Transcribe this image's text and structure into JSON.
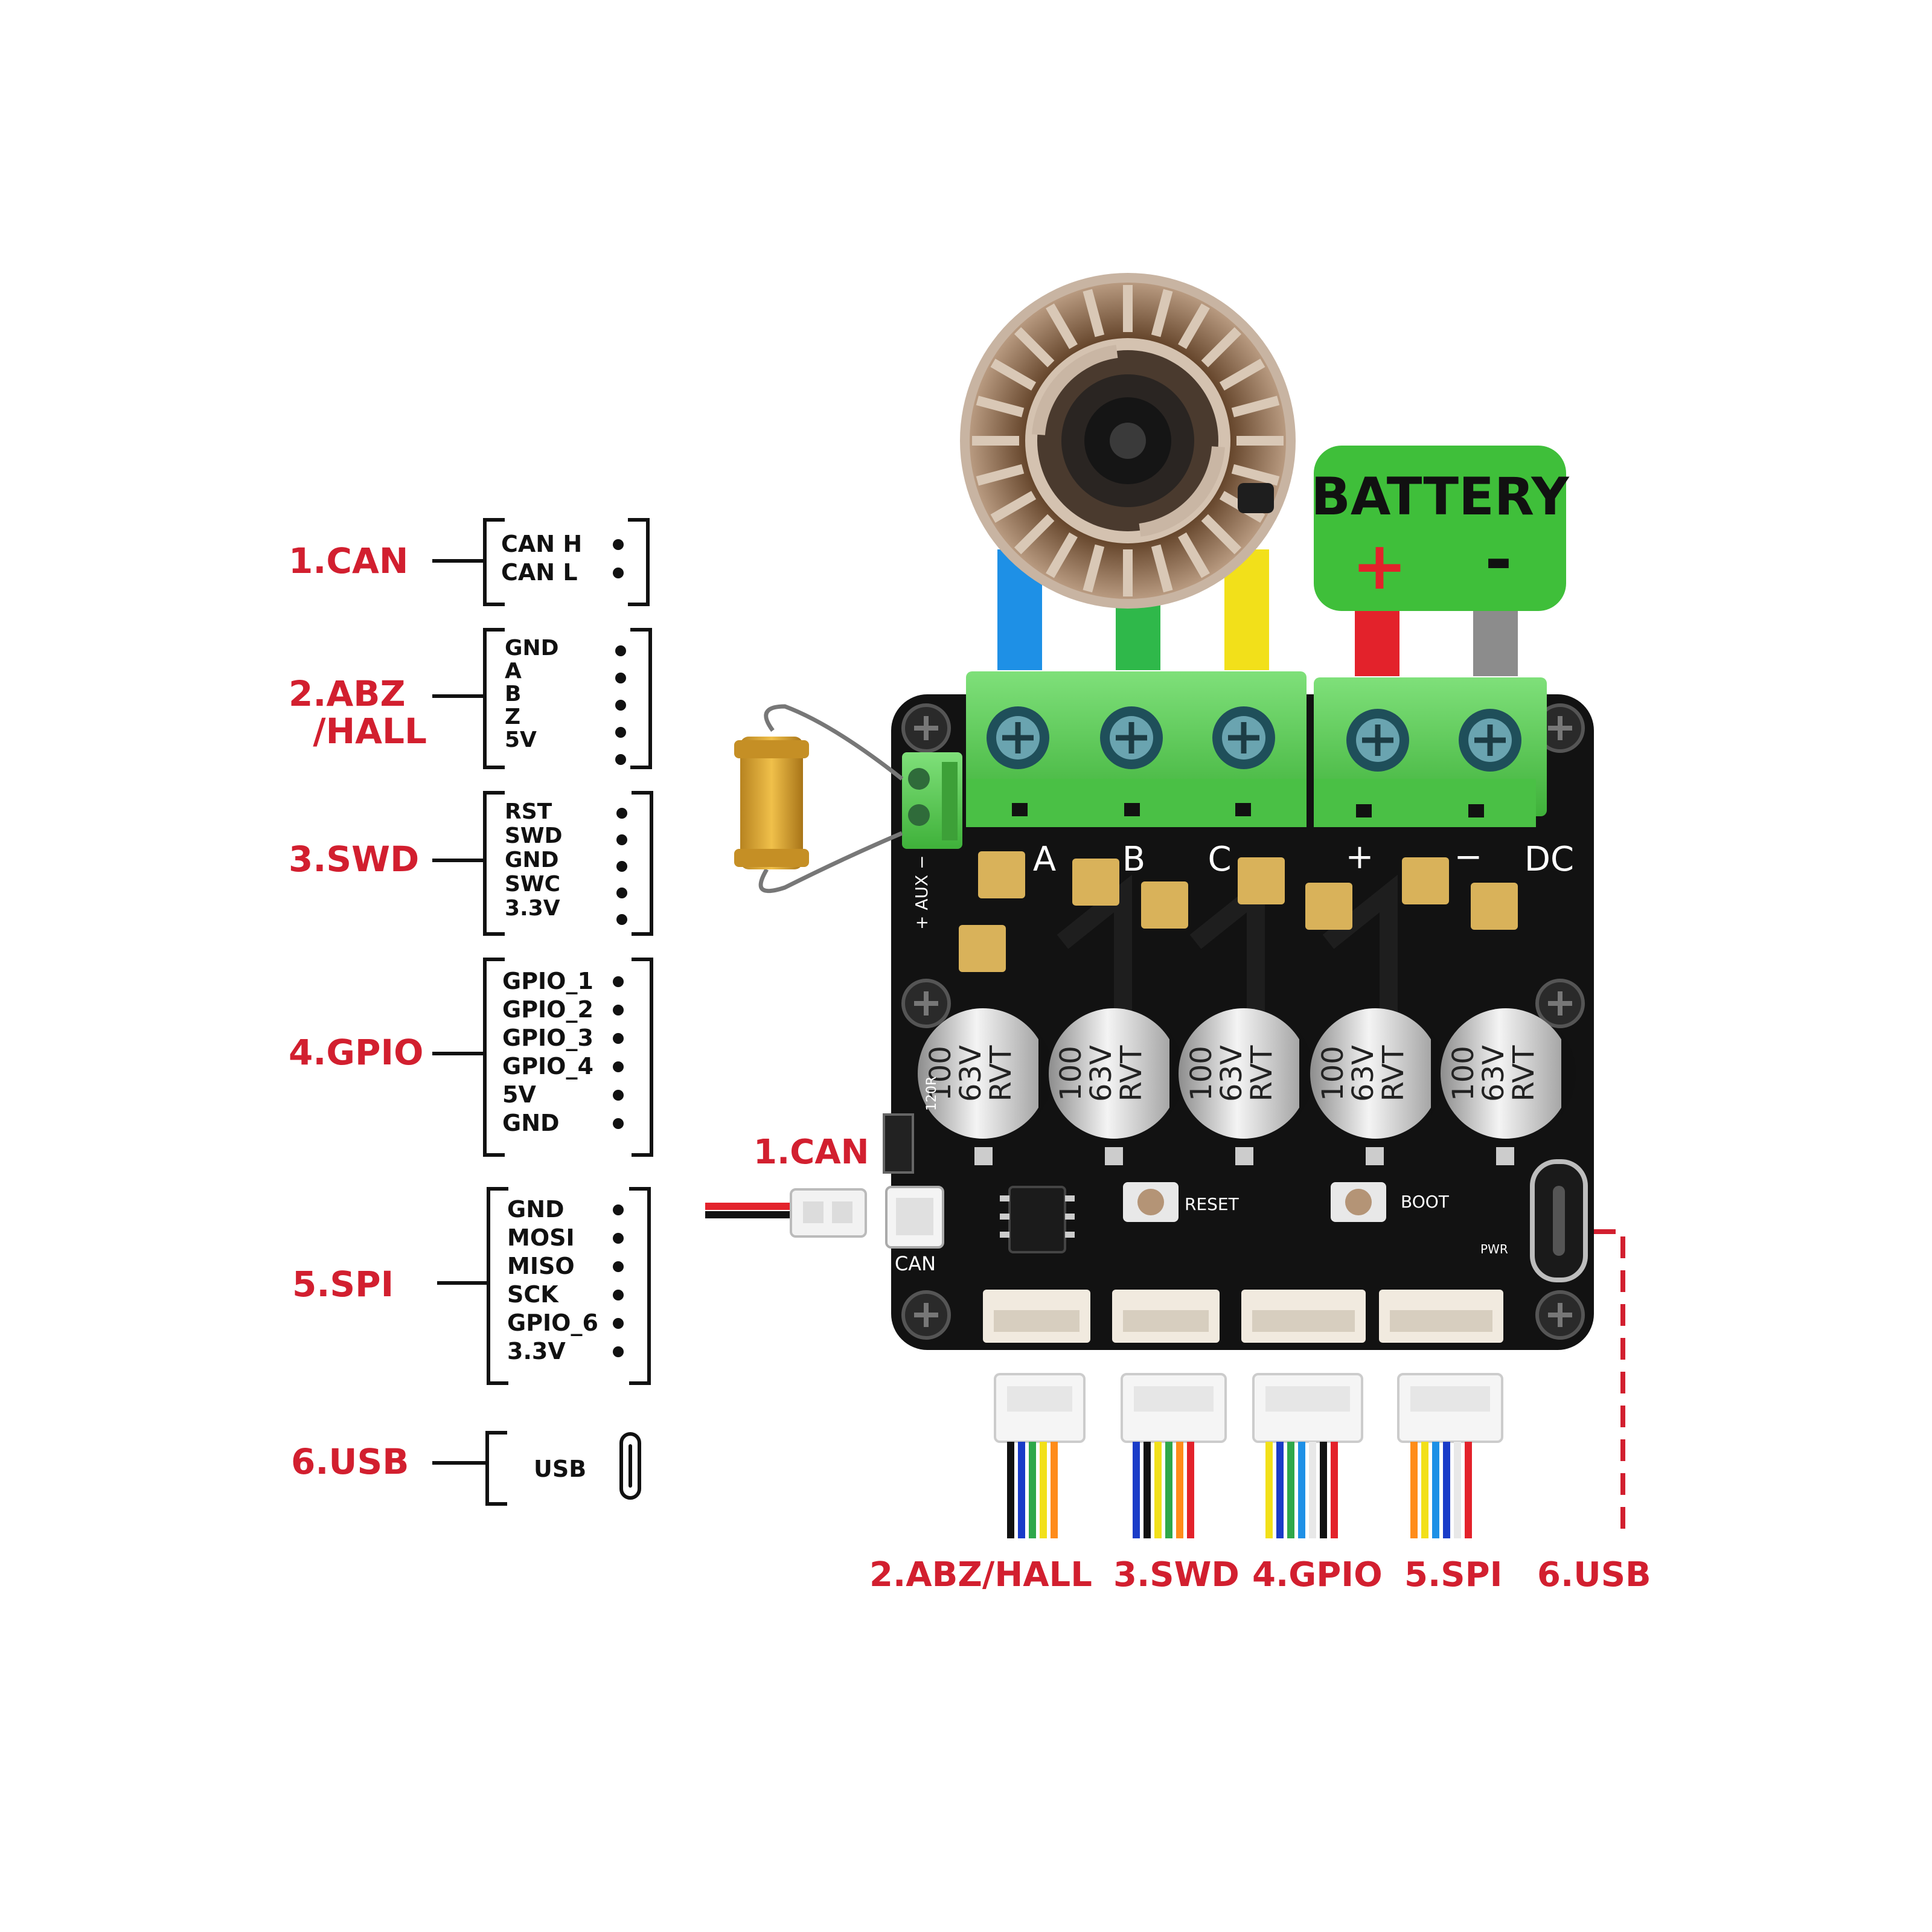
{
  "colors": {
    "label_red": "#d21f2f",
    "pcb": "#121212",
    "terminal_green": "#5fd35a",
    "battery_green": "#3fbf3a",
    "wire_blue": "#1e90e6",
    "wire_green": "#2fb84a",
    "wire_yellow": "#f2e01a",
    "wire_red": "#e3222b",
    "wire_gray": "#8c8c8c"
  },
  "legend": {
    "groups": [
      {
        "label": "1.CAN",
        "pins": [
          "CAN H",
          "CAN L"
        ]
      },
      {
        "label": "2.ABZ\n  /HALL",
        "pins": [
          "GND",
          "A",
          "B",
          "Z",
          "5V"
        ]
      },
      {
        "label": "3.SWD",
        "pins": [
          "RST",
          "SWD",
          "GND",
          "SWC",
          "3.3V"
        ]
      },
      {
        "label": "4.GPIO",
        "pins": [
          "GPIO_1",
          "GPIO_2",
          "GPIO_3",
          "GPIO_4",
          "5V",
          "GND"
        ]
      },
      {
        "label": "5.SPI",
        "pins": [
          "GND",
          "MOSI",
          "MISO",
          "SCK",
          "GPIO_6",
          "3.3V"
        ]
      },
      {
        "label": "6.USB",
        "pins": [
          "USB"
        ]
      }
    ]
  },
  "battery": {
    "title": "BATTERY",
    "plus": "+",
    "minus": "-"
  },
  "board": {
    "terminal_labels": [
      "A",
      "B",
      "C",
      "+",
      "−",
      "DC"
    ],
    "aux_label": "+ AUX −",
    "can_label": "CAN",
    "can_callout": "1.CAN",
    "resistor_label": "120R",
    "reset_label": "RESET",
    "boot_label": "BOOT",
    "pwr_label": "PWR",
    "capacitor_lines": [
      "100",
      "63V",
      "RVT"
    ]
  },
  "bottom_labels": [
    "2.ABZ/HALL",
    "3.SWD",
    "4.GPIO",
    "5.SPI",
    "6.USB"
  ]
}
